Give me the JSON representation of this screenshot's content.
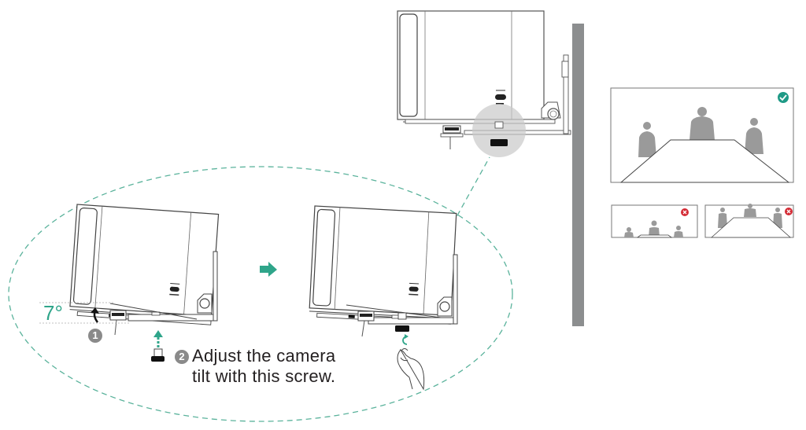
{
  "figure": {
    "type": "installation-diagram",
    "subject": "camera wall mount tilt adjustment",
    "colors": {
      "accent_green": "#2fa58a",
      "wall_gray": "#8c8e8f",
      "line_gray": "#555555",
      "silhouette_gray": "#9a9a9a",
      "ok_badge": "#1f9a86",
      "error_badge": "#d42b35",
      "step_badge": "#8a8a8a"
    }
  },
  "annotations": {
    "tilt_angle": "7°",
    "step1_number": "1",
    "step2_number": "2",
    "instruction_line1": "Adjust the camera",
    "instruction_line2": "tilt with this screw."
  },
  "framing_examples": [
    {
      "id": "correct",
      "status": "ok",
      "icon": "check-icon",
      "people": 3
    },
    {
      "id": "too-low",
      "status": "wrong",
      "icon": "x-icon",
      "people": 3
    },
    {
      "id": "too-high",
      "status": "wrong",
      "icon": "x-icon",
      "people": 3
    }
  ]
}
